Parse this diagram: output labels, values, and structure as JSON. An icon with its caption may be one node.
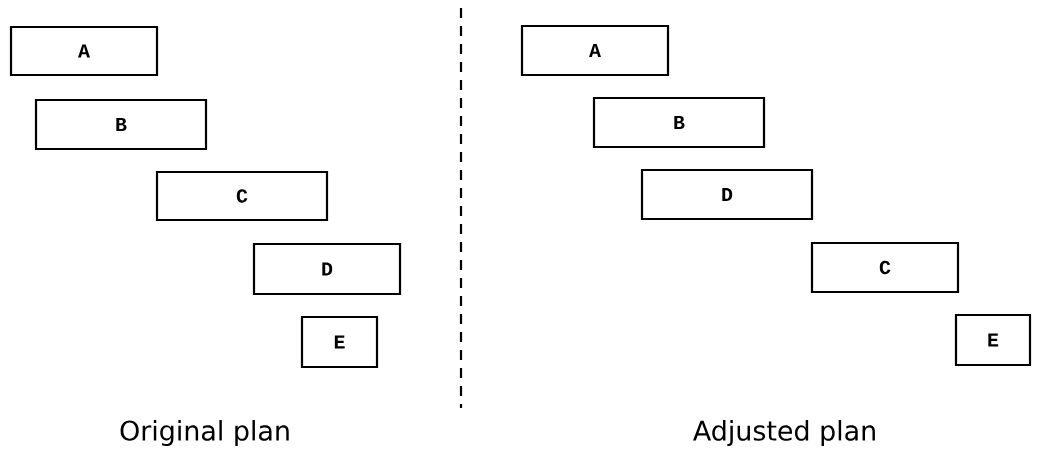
{
  "diagram": {
    "nodes": [
      {
        "text": [
          "A"
        ]
      },
      {
        "text": [
          "B"
        ]
      },
      {
        "text": [
          "C"
        ]
      },
      {
        "text": [
          "D"
        ]
      },
      {
        "text": [
          "E"
        ]
      },
      {
        "text": [
          "A"
        ]
      },
      {
        "text": [
          "B"
        ]
      },
      {
        "text": [
          "D"
        ]
      },
      {
        "text": [
          "C"
        ]
      },
      {
        "text": [
          "E"
        ]
      }
    ],
    "labels": [
      "Original plan",
      "Adjusted plan"
    ]
  }
}
